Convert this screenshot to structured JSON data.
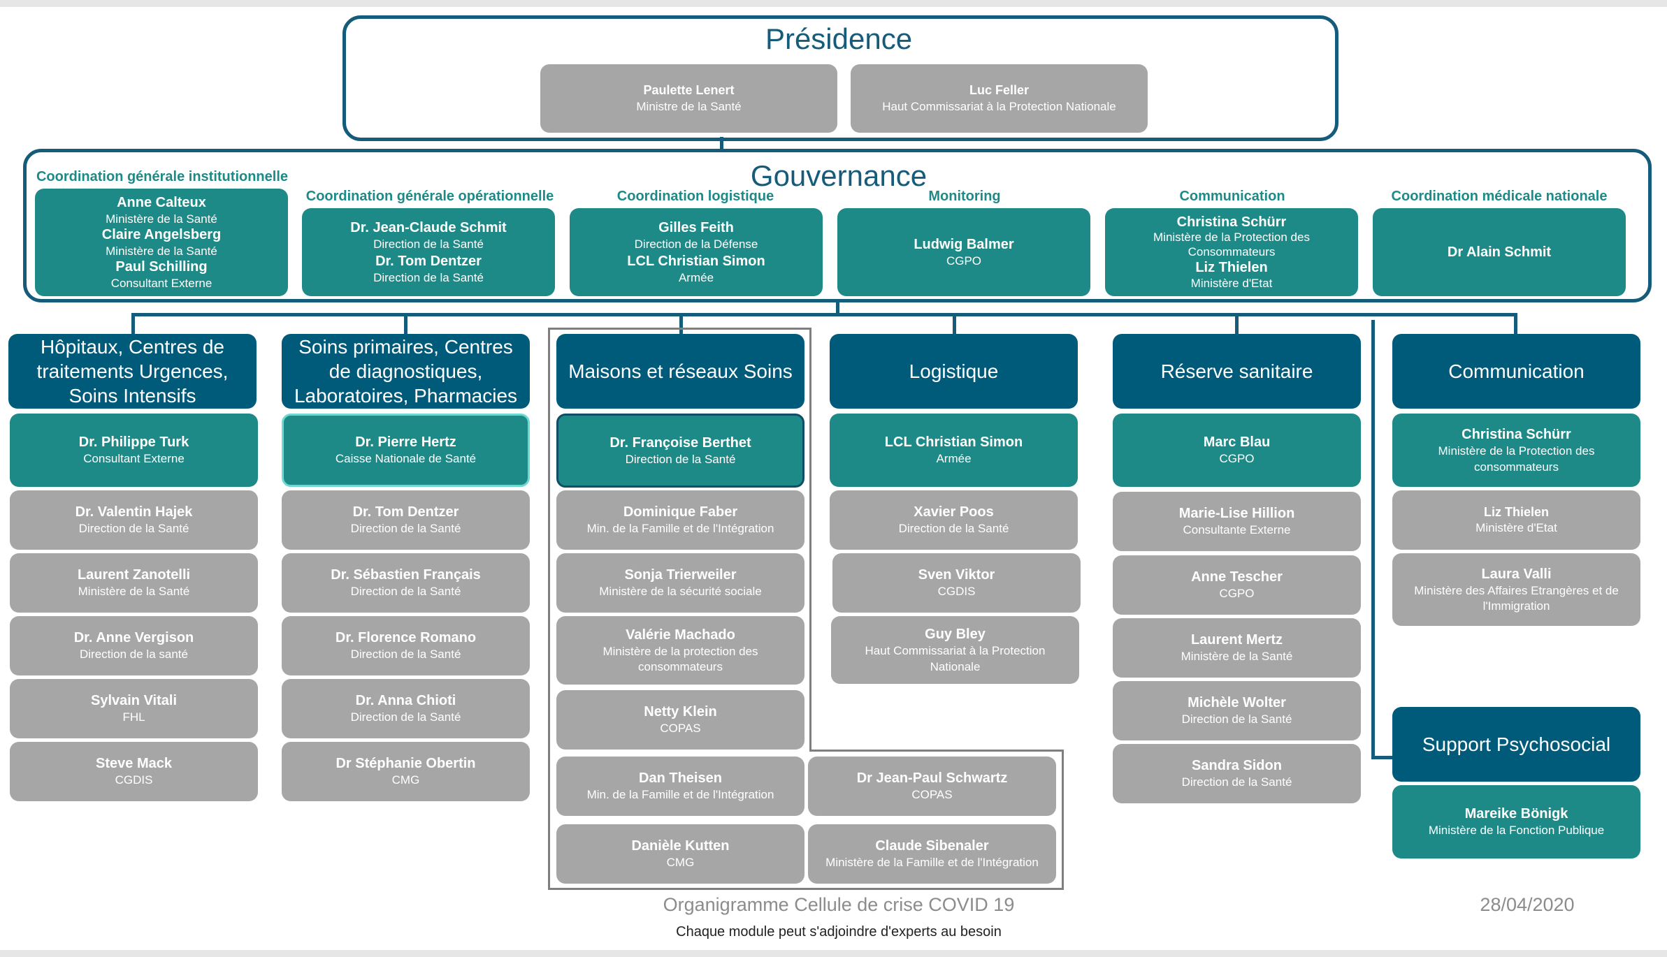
{
  "presidence": {
    "title": "Présidence",
    "members": [
      {
        "name": "Paulette Lenert",
        "org": "Ministre de la Santé"
      },
      {
        "name": "Luc Feller",
        "org": "Haut Commissariat à la Protection Nationale"
      }
    ]
  },
  "gouvernance": {
    "title": "Gouvernance",
    "groups": [
      {
        "label": "Coordination générale institutionnelle",
        "members": [
          {
            "name": "Anne Calteux",
            "org": "Ministère de la Santé"
          },
          {
            "name": "Claire Angelsberg",
            "org": "Ministère de la Santé"
          },
          {
            "name": "Paul Schilling",
            "org": "Consultant Externe"
          }
        ]
      },
      {
        "label": "Coordination générale opérationnelle",
        "members": [
          {
            "name": "Dr. Jean-Claude Schmit",
            "org": "Direction de la Santé"
          },
          {
            "name": "Dr. Tom Dentzer",
            "org": "Direction de la Santé"
          }
        ]
      },
      {
        "label": "Coordination logistique",
        "members": [
          {
            "name": "Gilles Feith",
            "org": "Direction de la Défense"
          },
          {
            "name": "LCL Christian Simon",
            "org": "Armée"
          }
        ]
      },
      {
        "label": "Monitoring",
        "members": [
          {
            "name": "Ludwig Balmer",
            "org": "CGPO"
          }
        ]
      },
      {
        "label": "Communication",
        "members": [
          {
            "name": "Christina Schürr",
            "org": "Ministère de la Protection des Consommateurs"
          },
          {
            "name": "Liz Thielen",
            "org": "Ministère d'Etat"
          }
        ]
      },
      {
        "label": "Coordination médicale nationale",
        "members": [
          {
            "name": "Dr Alain Schmit",
            "org": ""
          }
        ]
      }
    ]
  },
  "modules": [
    {
      "title": "Hôpitaux, Centres de traitements Urgences, Soins Intensifs",
      "lead": {
        "name": "Dr. Philippe Turk",
        "org": "Consultant Externe"
      },
      "members": [
        {
          "name": "Dr. Valentin Hajek",
          "org": "Direction de la Santé"
        },
        {
          "name": "Laurent Zanotelli",
          "org": "Ministère de la Santé"
        },
        {
          "name": "Dr. Anne Vergison",
          "org": "Direction de la santé"
        },
        {
          "name": "Sylvain Vitali",
          "org": "FHL"
        },
        {
          "name": "Steve Mack",
          "org": "CGDIS"
        }
      ]
    },
    {
      "title": "Soins primaires, Centres de diagnostiques, Laboratoires, Pharmacies",
      "lead": {
        "name": "Dr. Pierre Hertz",
        "org": "Caisse Nationale de Santé"
      },
      "members": [
        {
          "name": "Dr. Tom Dentzer",
          "org": "Direction de la Santé"
        },
        {
          "name": "Dr. Sébastien Français",
          "org": "Direction de la Santé"
        },
        {
          "name": "Dr. Florence Romano",
          "org": "Direction de la Santé"
        },
        {
          "name": "Dr. Anna Chioti",
          "org": "Direction de la Santé"
        },
        {
          "name": "Dr Stéphanie Obertin",
          "org": "CMG"
        }
      ]
    },
    {
      "title": "Maisons et réseaux Soins",
      "lead": {
        "name": "Dr. Françoise Berthet",
        "org": "Direction de la Santé"
      },
      "members": [
        {
          "name": "Dominique Faber",
          "org": "Min. de la Famille et de l'Intégration"
        },
        {
          "name": "Sonja Trierweiler",
          "org": "Ministère de la sécurité sociale"
        },
        {
          "name": "Valérie Machado",
          "org": "Ministère de la protection des consommateurs"
        },
        {
          "name": "Netty Klein",
          "org": "COPAS"
        },
        {
          "name": "Dan Theisen",
          "org": "Min. de la Famille et de l'Intégration"
        },
        {
          "name": "Dr Jean-Paul Schwartz",
          "org": "COPAS"
        },
        {
          "name": "Danièle Kutten",
          "org": "CMG"
        },
        {
          "name": "Claude Sibenaler",
          "org": "Ministère de la Famille et de l'Intégration"
        }
      ]
    },
    {
      "title": "Logistique",
      "lead": {
        "name": "LCL Christian Simon",
        "org": "Armée"
      },
      "members": [
        {
          "name": "Xavier Poos",
          "org": "Direction de la Santé"
        },
        {
          "name": "Sven Viktor",
          "org": "CGDIS"
        },
        {
          "name": "Guy Bley",
          "org": "Haut Commissariat à la Protection Nationale"
        }
      ]
    },
    {
      "title": "Réserve sanitaire",
      "lead": {
        "name": "Marc Blau",
        "org": "CGPO"
      },
      "members": [
        {
          "name": "Marie-Lise Hillion",
          "org": "Consultante Externe"
        },
        {
          "name": "Anne Tescher",
          "org": "CGPO"
        },
        {
          "name": "Laurent Mertz",
          "org": "Ministère de la Santé"
        },
        {
          "name": "Michèle Wolter",
          "org": "Direction de la Santé"
        },
        {
          "name": "Sandra Sidon",
          "org": "Direction de la Santé"
        }
      ]
    },
    {
      "title": "Communication",
      "lead": {
        "name": "Christina Schürr",
        "org": "Ministère de la Protection des consommateurs"
      },
      "members": [
        {
          "name": "Liz Thielen",
          "org": "Ministère d'Etat"
        },
        {
          "name": "Laura Valli",
          "org": "Ministère des Affaires Etrangères et de l'Immigration"
        }
      ]
    },
    {
      "title": "Support Psychosocial",
      "lead": {
        "name": "Mareike Bönigk",
        "org": "Ministère de la Fonction Publique"
      },
      "members": []
    }
  ],
  "footer": {
    "title": "Organigramme Cellule de crise COVID 19",
    "note": "Chaque module peut s'adjoindre d'experts au besoin",
    "date": "28/04/2020"
  }
}
